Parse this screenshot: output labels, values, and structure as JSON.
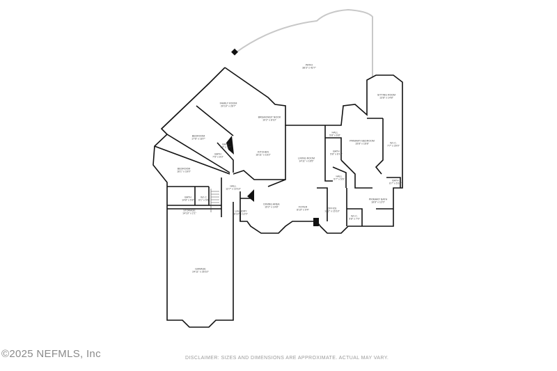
{
  "rooms": {
    "patio": {
      "name": "PATIO",
      "dims": "38'3\" x 42'7\""
    },
    "family_room": {
      "name": "FAMILY ROOM",
      "dims": "20'10\" x 26'7\""
    },
    "breakfast_nook": {
      "name": "BREAKFAST NOOK",
      "dims": "10'2\" x 8'10\""
    },
    "kitchen": {
      "name": "KITCHEN",
      "dims": "16'11\" x 16'2\""
    },
    "bedroom_1": {
      "name": "BEDROOM",
      "dims": "17'6\" x 18'7\""
    },
    "bath_1": {
      "name": "BATH",
      "dims": "5'0\" x 5'0\""
    },
    "bath_2": {
      "name": "BATH",
      "dims": "7'5\" x 8'3\""
    },
    "bedroom_2": {
      "name": "BEDROOM",
      "dims": "16'1\" x 16'0\""
    },
    "bath_3": {
      "name": "BATH",
      "dims": "14'8\" x 5'8\""
    },
    "wic_1": {
      "name": "W.I.C.",
      "dims": "6'1\" x 5'6\""
    },
    "storage": {
      "name": "STORAGE",
      "dims": "14'10\" x 2'1\""
    },
    "hall_1": {
      "name": "HALL",
      "dims": "12'7\" x 10'10\""
    },
    "laundry": {
      "name": "LAUNDRY",
      "dims": "6'10\" x 12'0\""
    },
    "dining_area": {
      "name": "DINING AREA",
      "dims": "15'2\" x 14'8\""
    },
    "garage": {
      "name": "GARAGE",
      "dims": "24'11\" x 26'10\""
    },
    "living_room": {
      "name": "LIVING ROOM",
      "dims": "14'11\" x 16'5\""
    },
    "foyer": {
      "name": "FOYER",
      "dims": "8'10\" x 9'4\""
    },
    "office": {
      "name": "OFFICE",
      "dims": "12'2\" x 15'10\""
    },
    "hall_2": {
      "name": "HALL",
      "dims": "5'8\" x 6'8\""
    },
    "bath_4": {
      "name": "BATH",
      "dims": "5'8\" x 6'11\""
    },
    "hall_3": {
      "name": "HALL",
      "dims": "5'7\" x 5'6\""
    },
    "primary_bedroom": {
      "name": "PRIMARY BEDROOM",
      "dims": "15'8\" x 16'8\""
    },
    "sitting_room": {
      "name": "SITTING ROOM",
      "dims": "13'8\" x 14'8\""
    },
    "wic_2": {
      "name": "W.I.C.",
      "dims": "7'7\" x 20'0\""
    },
    "bath_5": {
      "name": "BATH",
      "dims": "6'7\" x 5'10\""
    },
    "primary_bath": {
      "name": "PRIMARY BATH",
      "dims": "18'8\" x 12'0\""
    },
    "wic_3": {
      "name": "W.I.C.",
      "dims": "5'8\" x 7'0\""
    }
  },
  "footer": {
    "copyright": "©2025 NEFMLS, Inc",
    "disclaimer": "DISCLAIMER: SIZES AND DIMENSIONS ARE APPROXIMATE. ACTUAL MAY VARY."
  }
}
